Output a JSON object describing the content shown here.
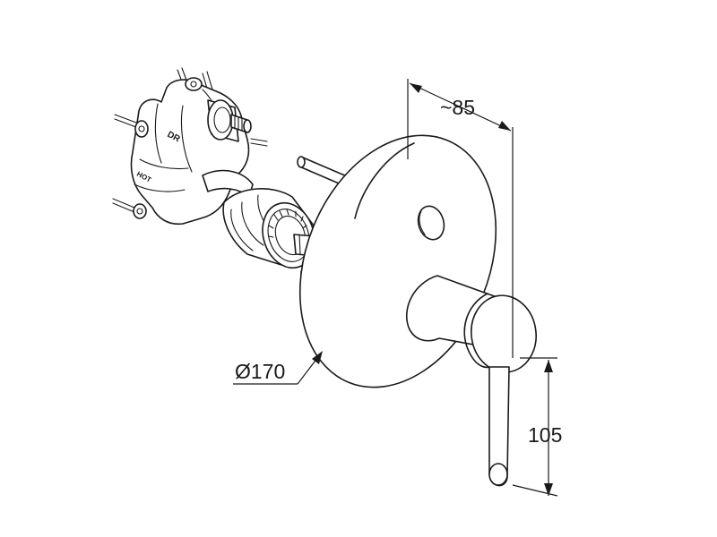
{
  "dimensions": {
    "depth_label": "~85",
    "diameter_label": "Ø170",
    "height_label": "105"
  },
  "body_markings": {
    "diverter_label": "DR",
    "hot_label": "HOT"
  },
  "colors": {
    "line": "#1a1a1a",
    "background": "#ffffff"
  }
}
